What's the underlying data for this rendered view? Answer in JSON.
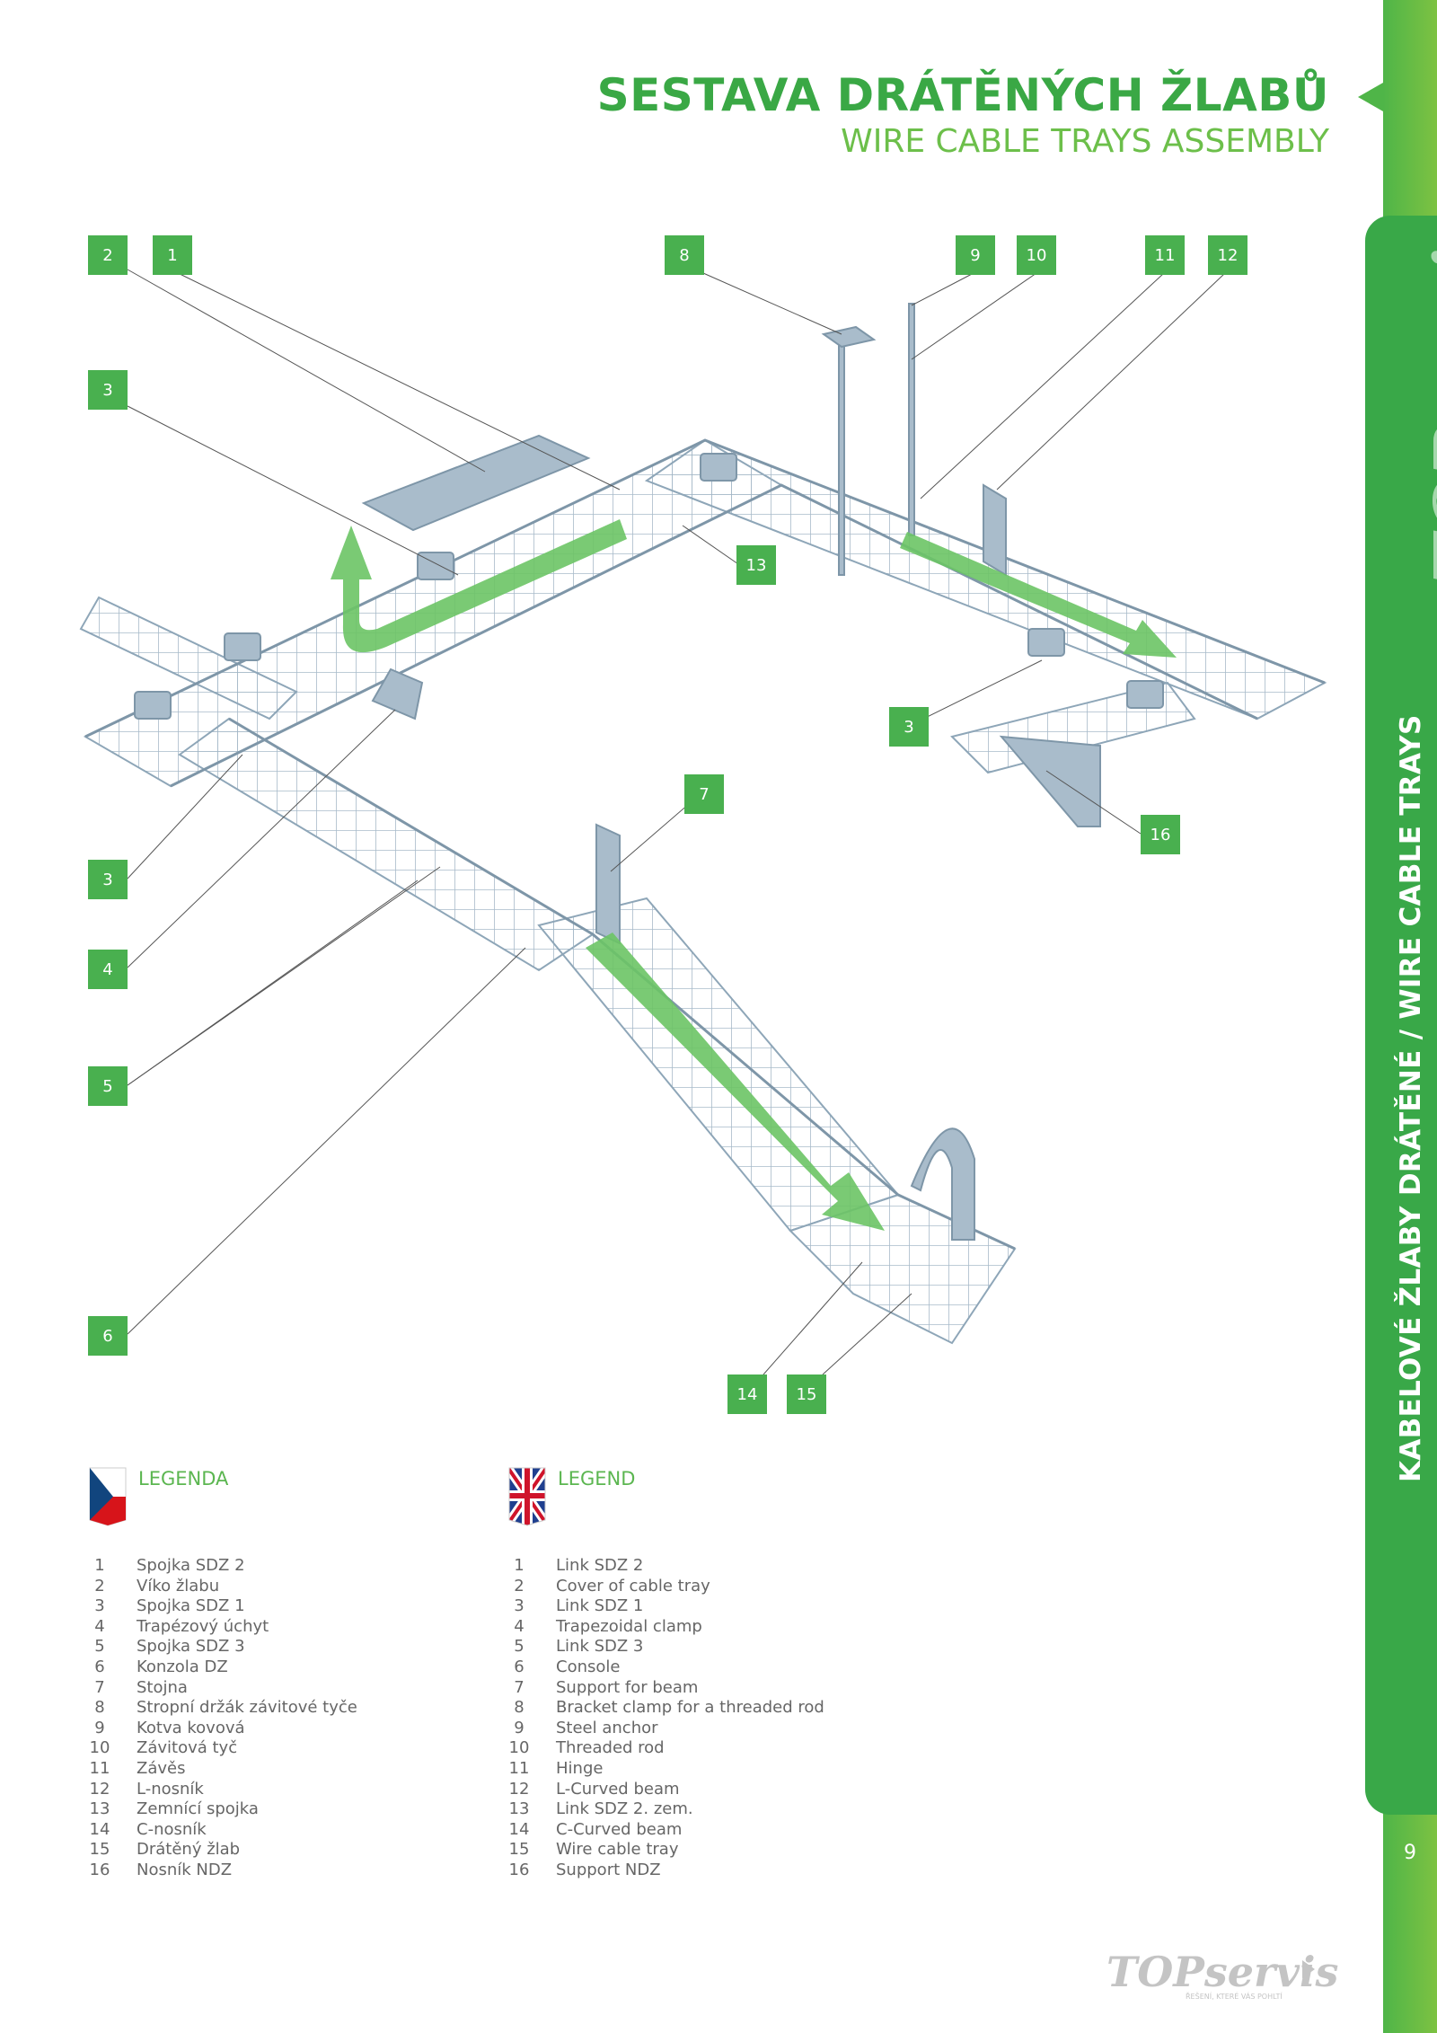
{
  "header": {
    "title": "SESTAVA DRÁTĚNÝCH ŽLABŮ",
    "subtitle": "WIRE CABLE TRAYS ASSEMBLY"
  },
  "sidebar": {
    "vertical_text": "KABELOVÉ ŽLABY DRÁTĚNÉ / WIRE CABLE TRAYS",
    "logo": "TOPservis"
  },
  "page_number": "9",
  "callouts": [
    "2",
    "1",
    "8",
    "9",
    "10",
    "11",
    "12",
    "3",
    "13",
    "3",
    "3",
    "16",
    "7",
    "4",
    "5",
    "6",
    "14",
    "15"
  ],
  "legend_cz": {
    "title": "LEGENDA",
    "items": [
      {
        "num": "1",
        "label": "Spojka SDZ 2"
      },
      {
        "num": "2",
        "label": "Víko žlabu"
      },
      {
        "num": "3",
        "label": "Spojka SDZ 1"
      },
      {
        "num": "4",
        "label": "Trapézový úchyt"
      },
      {
        "num": "5",
        "label": "Spojka SDZ 3"
      },
      {
        "num": "6",
        "label": "Konzola DZ"
      },
      {
        "num": "7",
        "label": "Stojna"
      },
      {
        "num": "8",
        "label": "Stropní držák závitové tyče"
      },
      {
        "num": "9",
        "label": "Kotva kovová"
      },
      {
        "num": "10",
        "label": "Závitová tyč"
      },
      {
        "num": "11",
        "label": "Závěs"
      },
      {
        "num": "12",
        "label": "L-nosník"
      },
      {
        "num": "13",
        "label": "Zemnící spojka"
      },
      {
        "num": "14",
        "label": "C-nosník"
      },
      {
        "num": "15",
        "label": "Drátěný žlab"
      },
      {
        "num": "16",
        "label": "Nosník NDZ"
      }
    ]
  },
  "legend_en": {
    "title": "LEGEND",
    "items": [
      {
        "num": "1",
        "label": "Link SDZ 2"
      },
      {
        "num": "2",
        "label": "Cover of cable tray"
      },
      {
        "num": "3",
        "label": "Link SDZ 1"
      },
      {
        "num": "4",
        "label": "Trapezoidal clamp"
      },
      {
        "num": "5",
        "label": "Link SDZ 3"
      },
      {
        "num": "6",
        "label": "Console"
      },
      {
        "num": "7",
        "label": "Support for beam"
      },
      {
        "num": "8",
        "label": "Bracket clamp for a threaded rod"
      },
      {
        "num": "9",
        "label": "Steel anchor"
      },
      {
        "num": "10",
        "label": "Threaded rod"
      },
      {
        "num": "11",
        "label": "Hinge"
      },
      {
        "num": "12",
        "label": "L-Curved beam"
      },
      {
        "num": "13",
        "label": "Link SDZ 2. zem."
      },
      {
        "num": "14",
        "label": "C-Curved beam"
      },
      {
        "num": "15",
        "label": "Wire cable tray"
      },
      {
        "num": "16",
        "label": "Support NDZ"
      }
    ]
  },
  "footer": {
    "logo": "TOPservis",
    "tagline": "ŘEŠENÍ, KTERÉ VÁS POHLTÍ"
  },
  "colors": {
    "brand_green": "#3aa845",
    "light_green": "#6cbf4a",
    "callout_green": "#49b04f",
    "tray_steel": "#9fb4c4"
  }
}
